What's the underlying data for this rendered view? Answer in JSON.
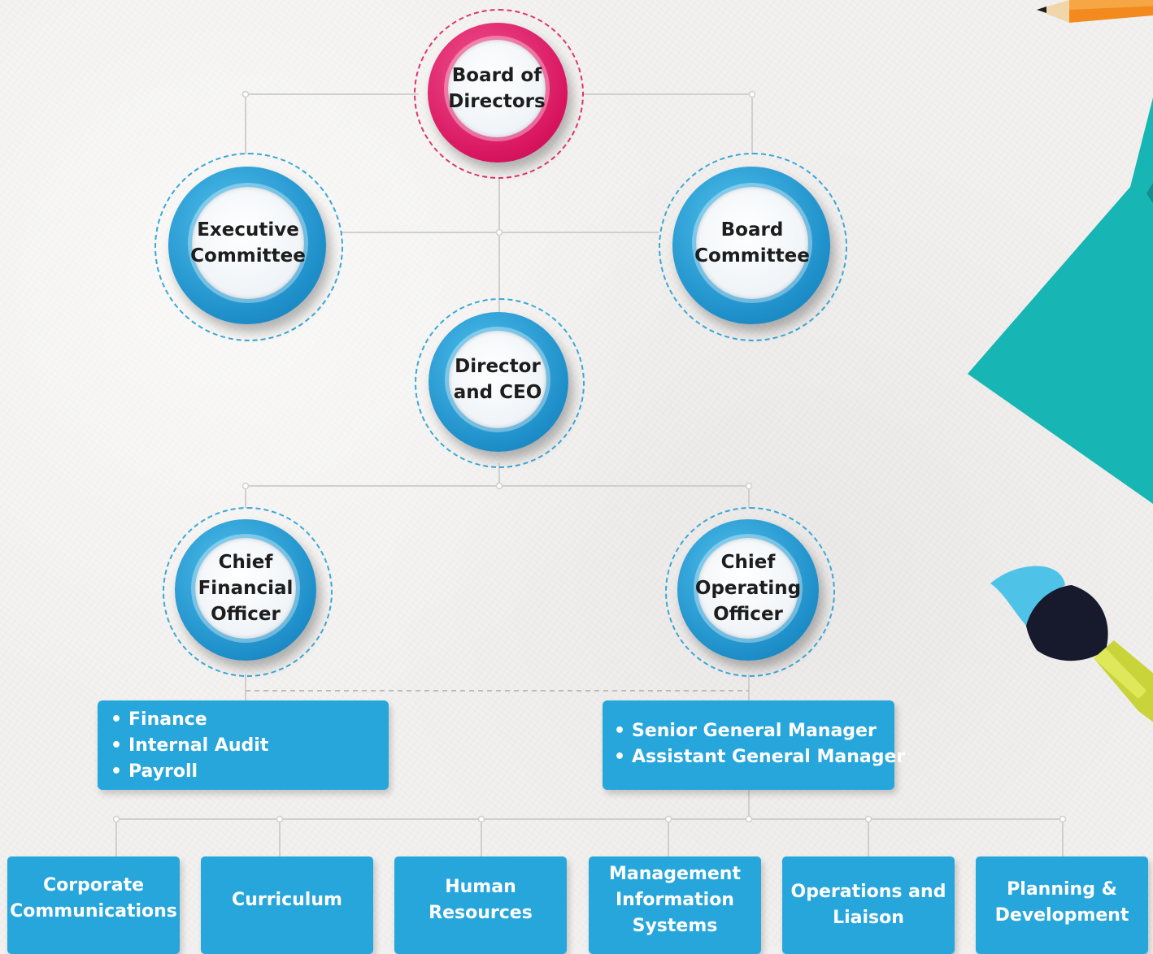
{
  "nodes": {
    "board_of_directors": "Board of\nDirectors",
    "executive_committee": "Executive\nCommittee",
    "board_committee": "Board\nCommittee",
    "director_ceo": "Director\nand CEO",
    "cfo": "Chief\nFinancial\nOfficer",
    "coo": "Chief\nOperating\nOfficer"
  },
  "cfo_functions": [
    "Finance",
    "Internal Audit",
    "Payroll"
  ],
  "coo_functions": [
    "Senior General Manager",
    "Assistant General Manager"
  ],
  "bullet": "•",
  "departments": [
    "Corporate\nCommunications",
    "Curriculum",
    "Human\nResources",
    "Management\nInformation\nSystems",
    "Operations and\nLiaison",
    "Planning &\nDevelopment"
  ],
  "colors": {
    "node_blue": "#1e8ec9",
    "node_pink": "#d8145f",
    "box_blue": "#27a6dc",
    "connector": "#cfcfcf",
    "teal_paper": "#17b5b3"
  }
}
